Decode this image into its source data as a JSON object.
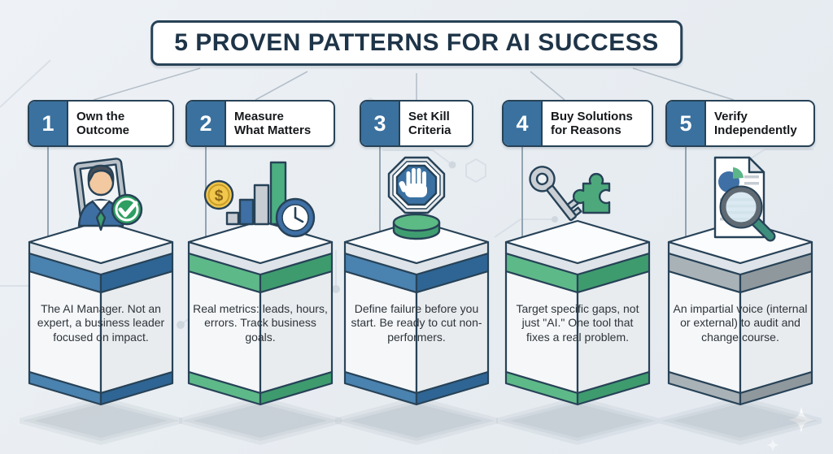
{
  "title": "5 PROVEN PATTERNS FOR AI SUCCESS",
  "colors": {
    "outline": "#274257",
    "title-text": "#1e3448",
    "badge-blue": "#3a719f",
    "band-blue-left": "#4a82b0",
    "band-blue-right": "#2f6594",
    "band-green-left": "#5eb989",
    "band-green-right": "#3e9b6e",
    "band-gray-left": "#a9b2b7",
    "band-gray-right": "#8f989d",
    "body-left": "#f5f7f9",
    "body-right": "#e8ecef",
    "platform-top": "#fbfcfd",
    "platform-side": "#dee4e9",
    "check-green": "#2f9e62",
    "puzzle-green": "#4da97c",
    "coin-yellow": "#f1c74c",
    "background": "#e9eef3"
  },
  "columns": [
    {
      "number": "1",
      "label_lines": [
        "Own the",
        "Outcome"
      ],
      "description": "The AI Manager. Not an expert, a business leader focused on impact.",
      "icon": "manager-check-icon",
      "accent": "blue"
    },
    {
      "number": "2",
      "label_lines": [
        "Measure",
        "What Matters"
      ],
      "description": "Real metrics: leads, hours, errors. Track business goals.",
      "icon": "metrics-chart-clock-icon",
      "accent": "green",
      "coin_symbol": "$"
    },
    {
      "number": "3",
      "label_lines": [
        "Set Kill",
        "Criteria"
      ],
      "description": "Define failure before you start. Be ready to cut non-performers.",
      "icon": "stop-hand-icon",
      "accent": "blue"
    },
    {
      "number": "4",
      "label_lines": [
        "Buy Solutions",
        "for Reasons"
      ],
      "description": "Target specific gaps, not just \"AI.\" One tool that fixes a real problem.",
      "icon": "key-puzzle-icon",
      "accent": "green"
    },
    {
      "number": "5",
      "label_lines": [
        "Verify",
        "Independently"
      ],
      "description": "An impartial voice (internal or external) to audit and change course.",
      "icon": "document-magnifier-icon",
      "accent": "gray"
    }
  ]
}
